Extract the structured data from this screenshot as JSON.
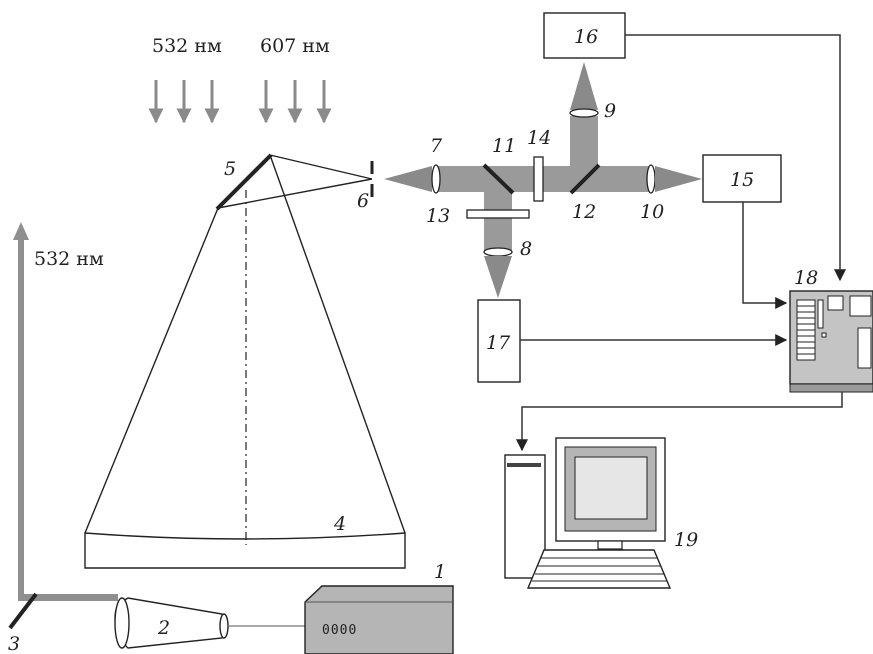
{
  "labels": {
    "wavelength_top_left": "532 нм",
    "wavelength_top_right": "607 нм",
    "wavelength_side": "532 нм"
  },
  "components": {
    "c1": "1",
    "c2": "2",
    "c3": "3",
    "c4": "4",
    "c5": "5",
    "c6": "6",
    "c7": "7",
    "c8": "8",
    "c9": "9",
    "c10": "10",
    "c11": "11",
    "c12": "12",
    "c13": "13",
    "c14": "14",
    "c15": "15",
    "c16": "16",
    "c17": "17",
    "c18": "18",
    "c19": "19"
  },
  "device_display": "0000",
  "colors": {
    "beam": "#9a9a9a",
    "beam_dark": "#6f6f6f",
    "ink": "#222222",
    "device_body": "#b5b5b5"
  }
}
